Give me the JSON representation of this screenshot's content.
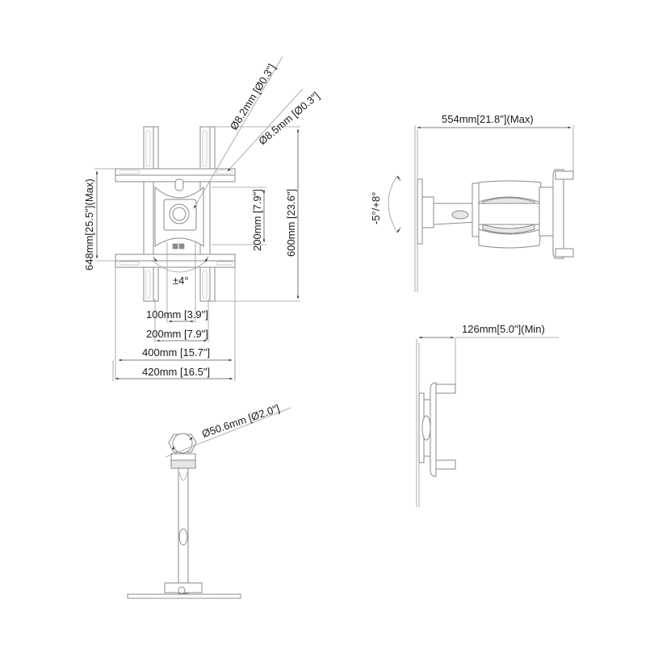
{
  "figure": {
    "title": "TV wall mount dimension drawing",
    "front_view": {
      "hole_dia_1": "Ø8.2mm [Ø0.3\"]",
      "hole_dia_2": "Ø8.5mm [Ø0.3\"]",
      "height_max": "648mm[25.5\"](Max)",
      "height_600": "600mm [23.6\"]",
      "height_200": "200mm [7.9\"]",
      "tilt_swivel": "±4°",
      "width_100": "100mm [3.9\"]",
      "width_200": "200mm [7.9\"]",
      "width_400": "400mm [15.7\"]",
      "width_420": "420mm [16.5\"]"
    },
    "side_view_extended": {
      "extension_max": "554mm[21.8\"](Max)",
      "tilt_range": "-5°/+8°"
    },
    "side_view_retracted": {
      "extension_min": "126mm[5.0\"](Min)"
    },
    "top_view": {
      "pole_dia": "Ø50.6mm [Ø2.0\"]"
    }
  },
  "colors": {
    "line": "#9a9a9a",
    "text": "#1a1a1a",
    "background": "#ffffff"
  }
}
